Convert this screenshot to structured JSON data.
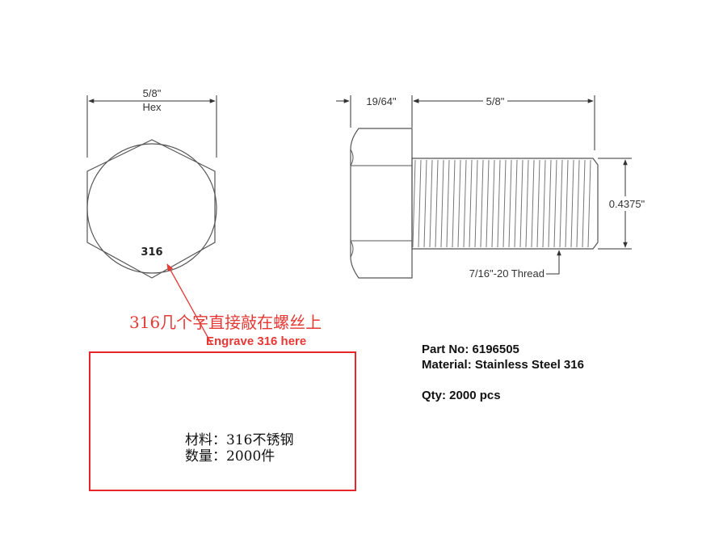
{
  "hex_view": {
    "width_label": "5/8\"",
    "hex_label": "Hex",
    "engrave_mark": "316"
  },
  "side_view": {
    "head_height_label": "19/64\"",
    "length_label": "5/8\"",
    "diameter_label": "0.4375\"",
    "thread_label": "7/16\"-20 Thread"
  },
  "annotation": {
    "cn_note": "316几个字直接敲在螺丝上",
    "en_note": "Engrave 316 here"
  },
  "box": {
    "line1": "材料：316不锈钢",
    "line2": "数量：2000件"
  },
  "spec": {
    "part_no": "Part No: 6196505",
    "material": "Material: Stainless Steel 316",
    "qty": "Qty: 2000 pcs"
  },
  "colors": {
    "line": "#555555",
    "accent_red": "#e53935"
  }
}
